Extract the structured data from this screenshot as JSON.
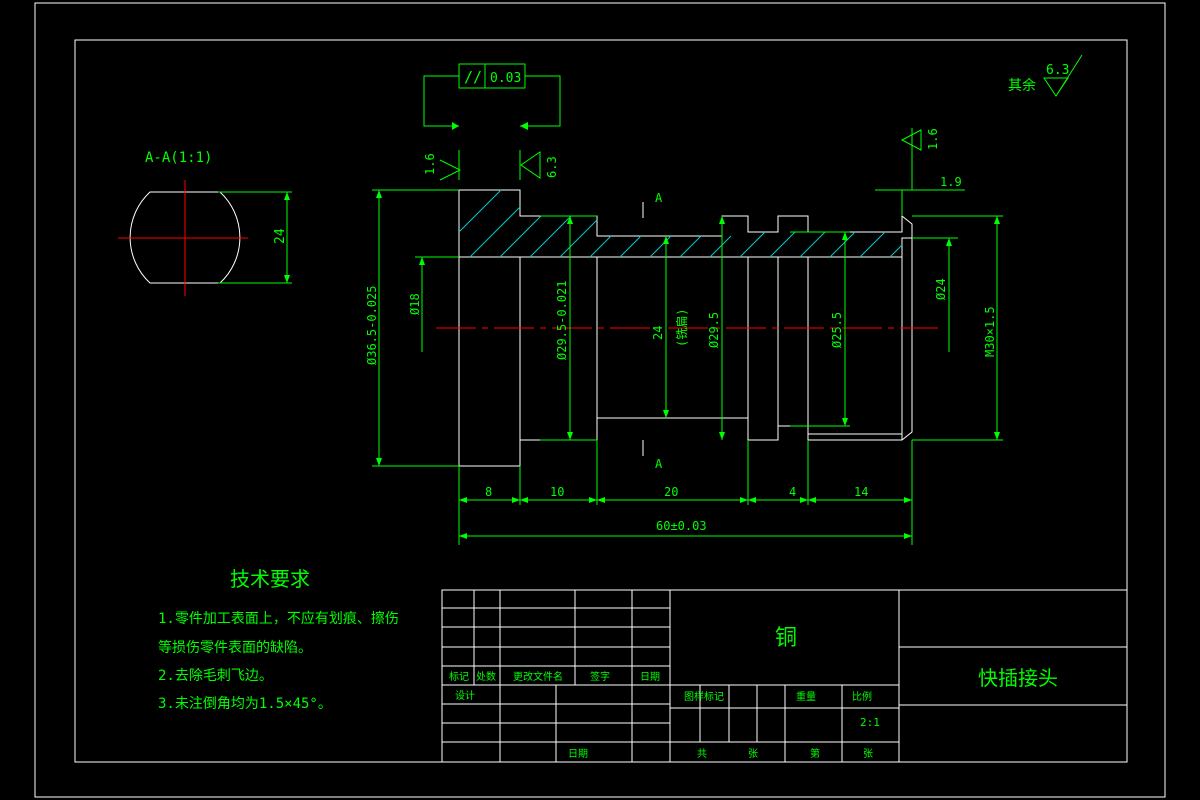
{
  "colors": {
    "background": "#000000",
    "outline": "#ffffff",
    "dimension": "#00ff00",
    "hatch": "#00cccc",
    "centerline": "#ff0000",
    "text": "#00ff00"
  },
  "section_view": {
    "title": "A-A(1:1)",
    "width_dim": "24"
  },
  "surface_finish": {
    "rest_label": "其余",
    "rest_value": "6.3",
    "left_face": "1.6",
    "inner_face": "6.3",
    "thread_face": "1.6"
  },
  "tolerance": {
    "symbol": "//",
    "value": "0.03"
  },
  "section_marks": {
    "top": "A",
    "bottom": "A"
  },
  "dimensions": {
    "outer_dia": "Ø36.5-0.025",
    "bore_left": "Ø18",
    "inner_dia": "Ø29.5-0.021",
    "flat_24": "24",
    "flat_note": "(铣扁)",
    "dia_29_5": "Ø29.5",
    "dia_25_5": "Ø25.5",
    "dia_24": "Ø24",
    "thread": "M30×1.5",
    "chamfer": "1.9",
    "len_8": "8",
    "len_10": "10",
    "len_20": "20",
    "len_4": "4",
    "len_14": "14",
    "len_total": "60±0.03"
  },
  "technical_requirements": {
    "title": "技术要求",
    "items": [
      "1.零件加工表面上，不应有划痕、擦伤",
      "等损伤零件表面的缺陷。",
      "2.去除毛刺飞边。",
      "3.未注倒角均为1.5×45°。"
    ]
  },
  "title_block": {
    "material": "铜",
    "part_name": "快插接头",
    "rev_headers": [
      "标记",
      "处数",
      "更改文件名",
      "签字",
      "日期"
    ],
    "design_label": "设计",
    "date_label": "日期",
    "stage_labels": [
      "图样标记",
      "重量",
      "比例"
    ],
    "scale": "2:1",
    "sheet_labels": [
      "共",
      "张",
      "第",
      "张"
    ]
  }
}
